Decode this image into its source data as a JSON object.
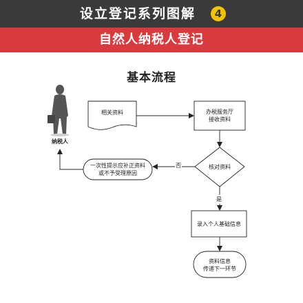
{
  "header": {
    "series_title": "设立登记系列图解",
    "badge_number": "4",
    "subtitle": "自然人纳税人登记"
  },
  "diagram": {
    "section_title": "基本流程",
    "actor_label": "纳税人",
    "nodes": {
      "related_docs": "相关资料",
      "service_hall_line1": "办税服务厅",
      "service_hall_line2": "接收资料",
      "verify": "核对资料",
      "notify_line1": "一次性提示应补正资料",
      "notify_line2": "或不予受理原因",
      "record_info": "录入个人基础信息",
      "transfer_line1": "资料信息",
      "transfer_line2": "传递下一环节"
    },
    "edges": {
      "no_label": "否",
      "yes_label": "是"
    }
  },
  "colors": {
    "header_dark": "#3a3a3a",
    "banner_red": "#d83a3e",
    "badge_yellow": "#f2c400"
  }
}
